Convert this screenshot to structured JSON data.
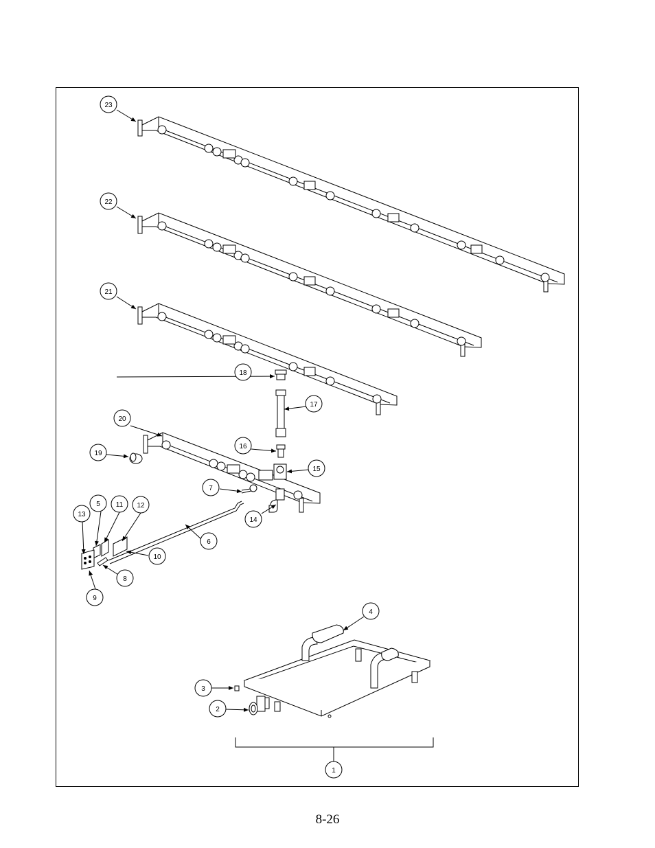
{
  "page": {
    "number": "8-26"
  },
  "callouts": {
    "c1": "1",
    "c2": "2",
    "c3": "3",
    "c4": "4",
    "c5": "5",
    "c6": "6",
    "c7": "7",
    "c8": "8",
    "c9": "9",
    "c10": "10",
    "c11": "11",
    "c12": "12",
    "c13": "13",
    "c14": "14",
    "c15": "15",
    "c16": "16",
    "c17": "17",
    "c18": "18",
    "c19": "19",
    "c20": "20",
    "c21": "21",
    "c22": "22",
    "c23": "23"
  }
}
